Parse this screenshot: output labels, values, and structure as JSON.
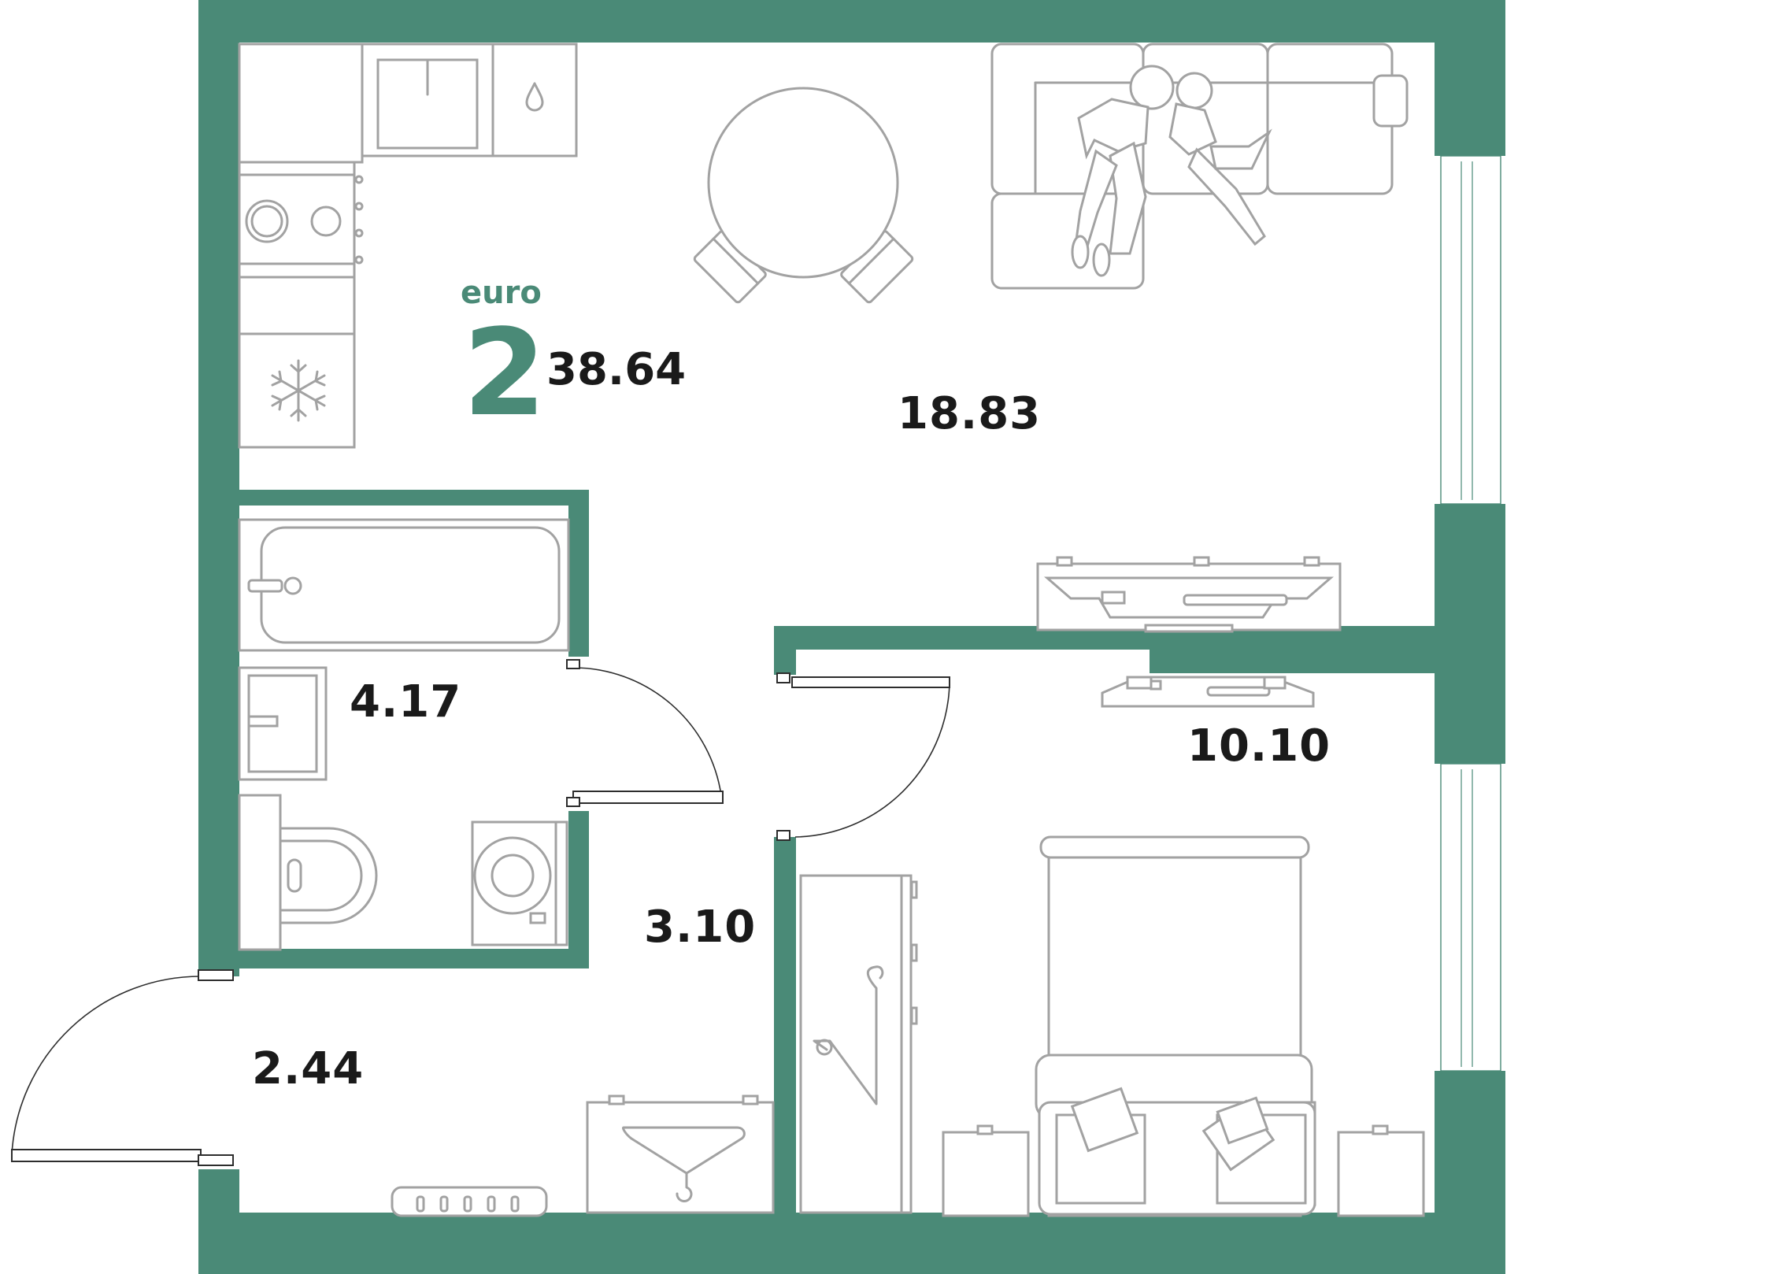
{
  "apartment": {
    "type_label": "euro",
    "rooms_count": "2",
    "total_area": "38.64"
  },
  "rooms": [
    {
      "id": "living-kitchen",
      "area": "18.83"
    },
    {
      "id": "bedroom",
      "area": "10.10"
    },
    {
      "id": "bathroom",
      "area": "4.17"
    },
    {
      "id": "hall",
      "area": "3.10"
    },
    {
      "id": "entrance",
      "area": "2.44"
    }
  ],
  "colors": {
    "wall": "#4a8a77",
    "furniture_stroke": "#a2a2a2",
    "text": "#1a1a1a",
    "accent": "#4a8a77"
  },
  "icons": [
    "snowflake-icon",
    "water-drop-icon",
    "hanger-icon",
    "people-figures-icon"
  ]
}
